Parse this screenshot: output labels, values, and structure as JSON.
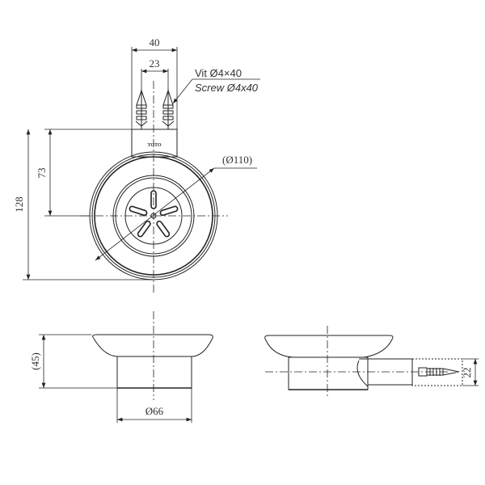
{
  "dimensions": {
    "bracket_width": "40",
    "screw_spacing": "23",
    "center_height": "73",
    "total_height": "128",
    "dish_diameter": "(Ø110)",
    "dish_height": "(45)",
    "base_diameter": "Ø66",
    "bracket_depth": "22"
  },
  "callout": {
    "line1": "Vit Ø4×40",
    "line2": "Screw Ø4x40"
  },
  "logo_text": "TOTO"
}
